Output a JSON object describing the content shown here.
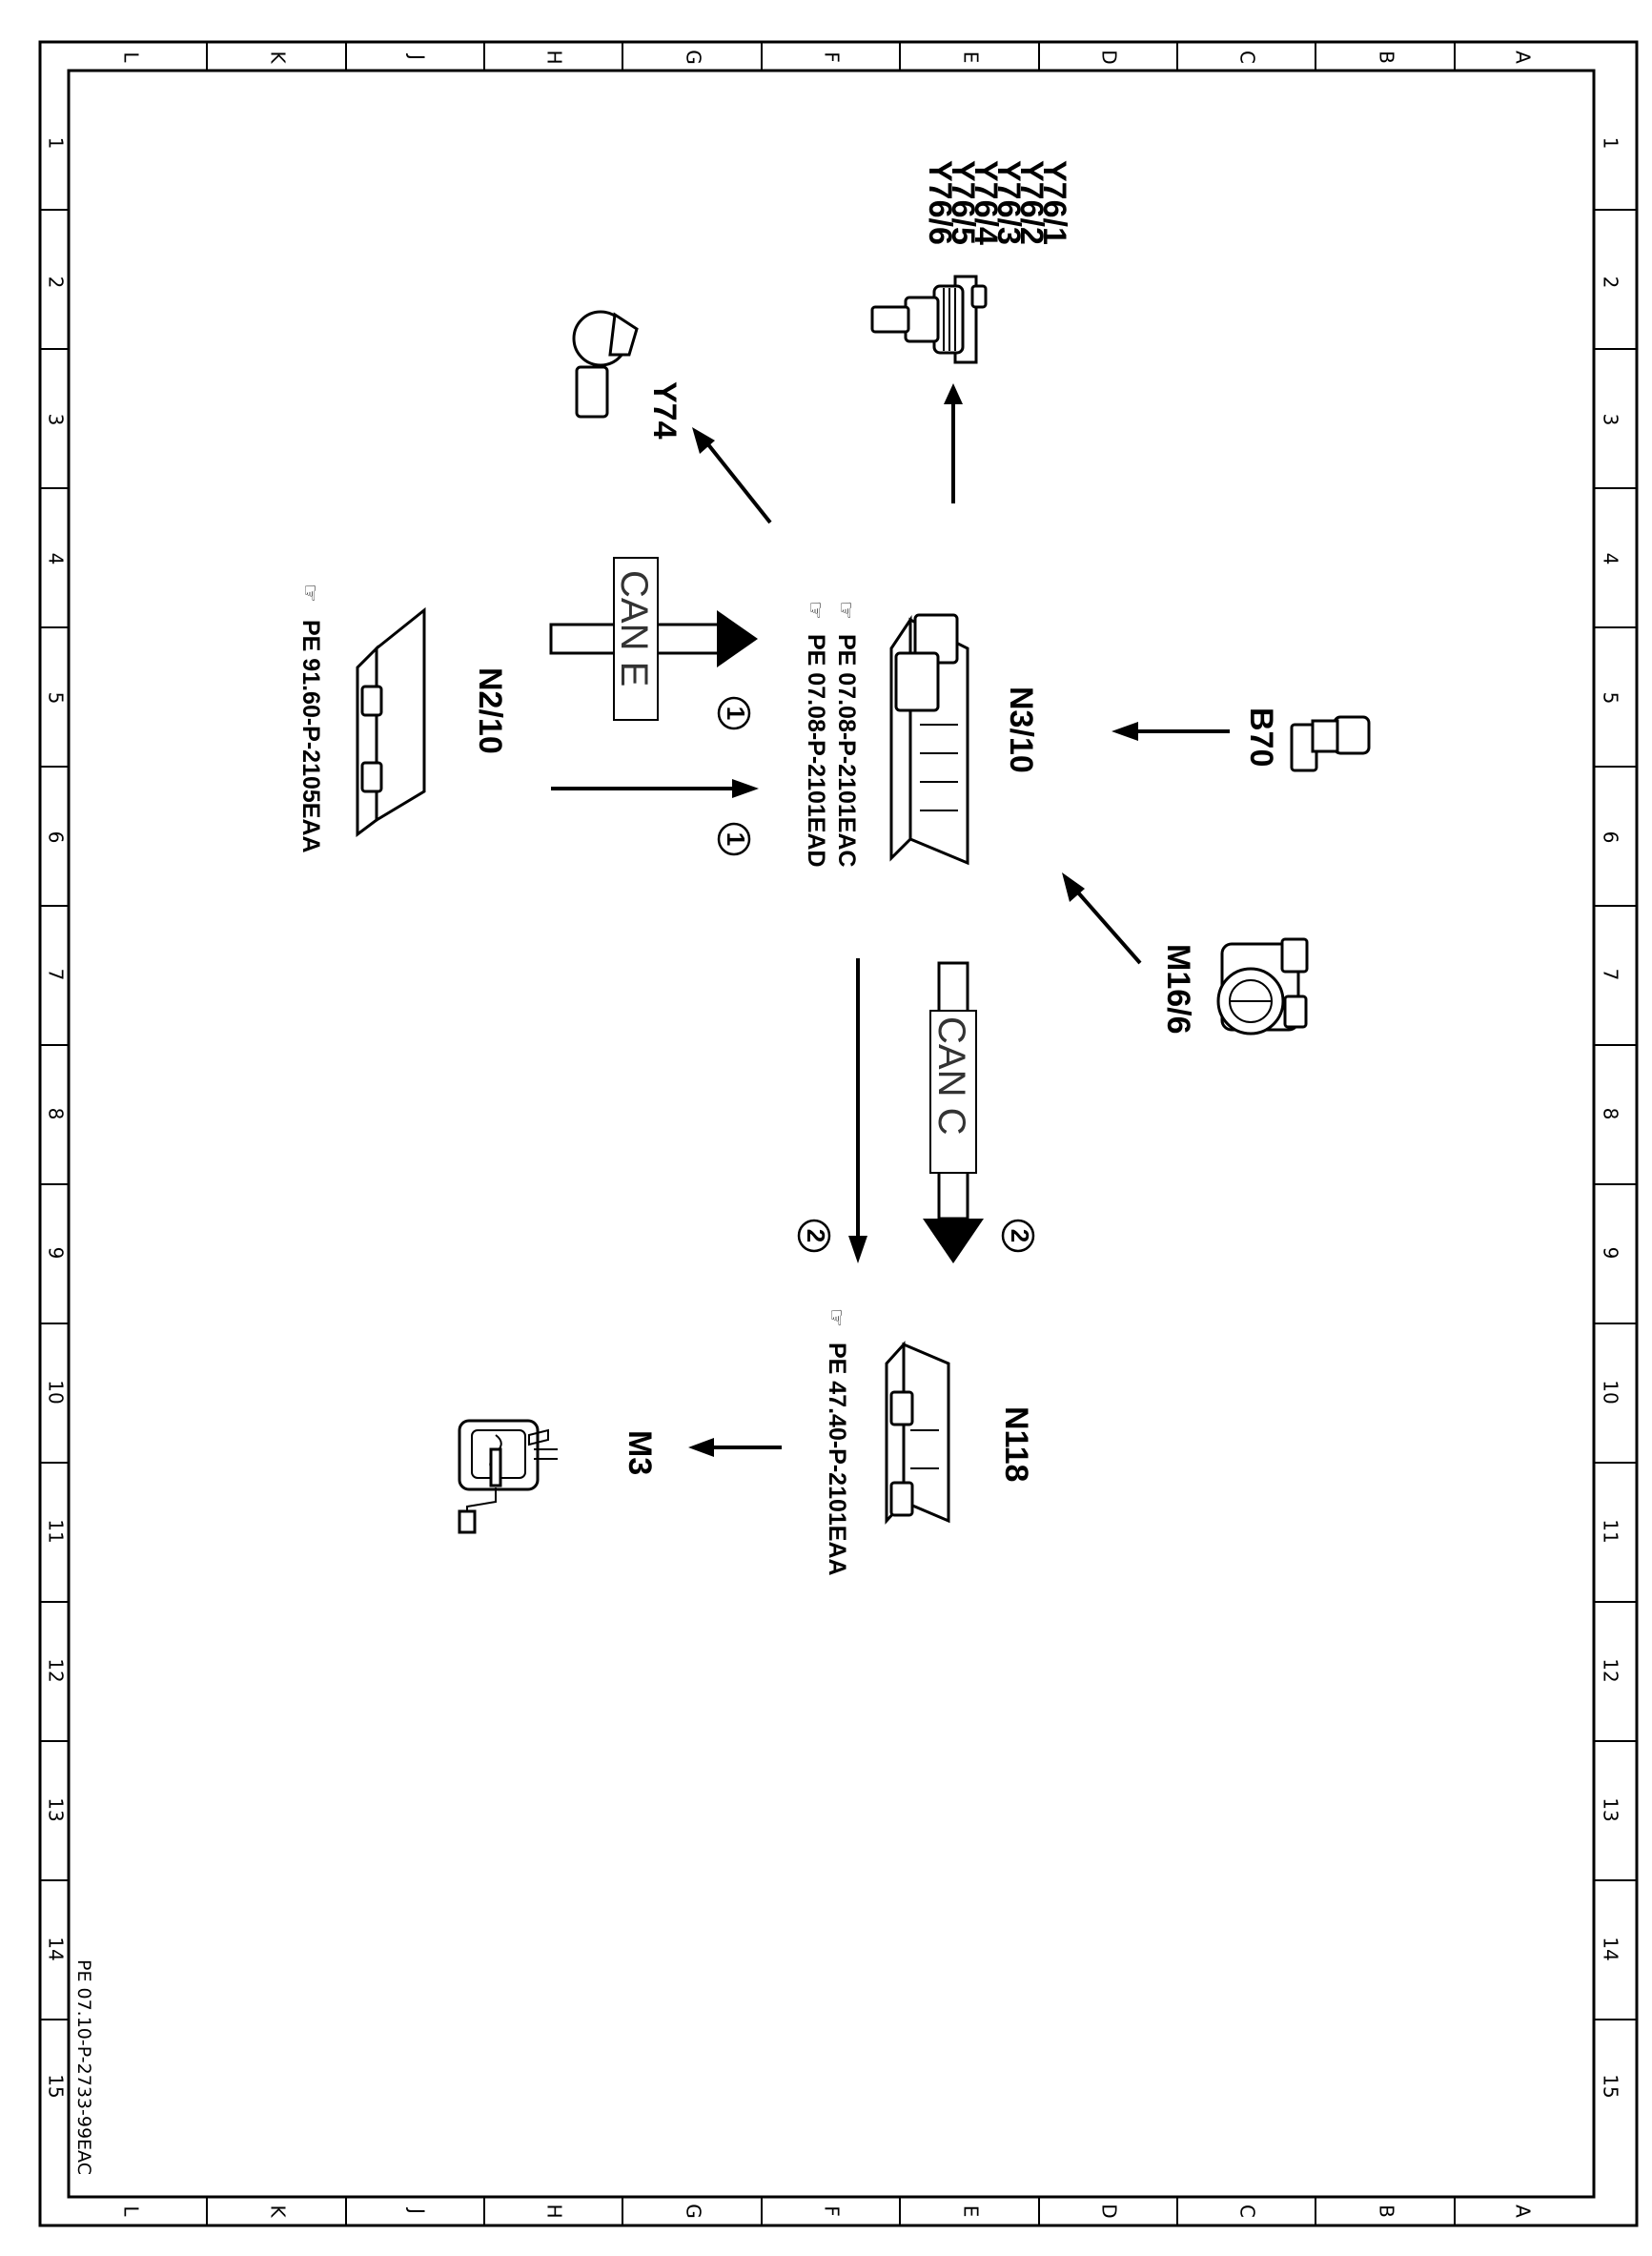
{
  "grid": {
    "letters": [
      "L",
      "K",
      "J",
      "H",
      "G",
      "F",
      "E",
      "D",
      "C",
      "B",
      "A"
    ],
    "numbers": [
      "1",
      "2",
      "3",
      "4",
      "5",
      "6",
      "7",
      "8",
      "9",
      "10",
      "11",
      "12",
      "13",
      "14",
      "15"
    ]
  },
  "components": {
    "y76": [
      "Y76/1",
      "Y76/2",
      "Y76/3",
      "Y76/4",
      "Y76/5",
      "Y76/6"
    ],
    "y74": "Y74",
    "n2_10": "N2/10",
    "n2_10_ref": "PE  91.60-P-2105EAA",
    "n3_10": "N3/10",
    "n3_10_ref1": "PE  07.08-P-2101EAC",
    "n3_10_ref2": "PE  07.08-P-2101EAD",
    "b70": "B70",
    "m16_6": "M16/6",
    "n118": "N118",
    "n118_ref": "PE  47.40-P-2101EAA",
    "m3": "M3"
  },
  "buses": {
    "can_e": "CAN E",
    "can_c": "CAN C"
  },
  "markers": {
    "one": "1",
    "two": "2"
  },
  "doc_id": "PE 07.10-P-2733-99EAC"
}
